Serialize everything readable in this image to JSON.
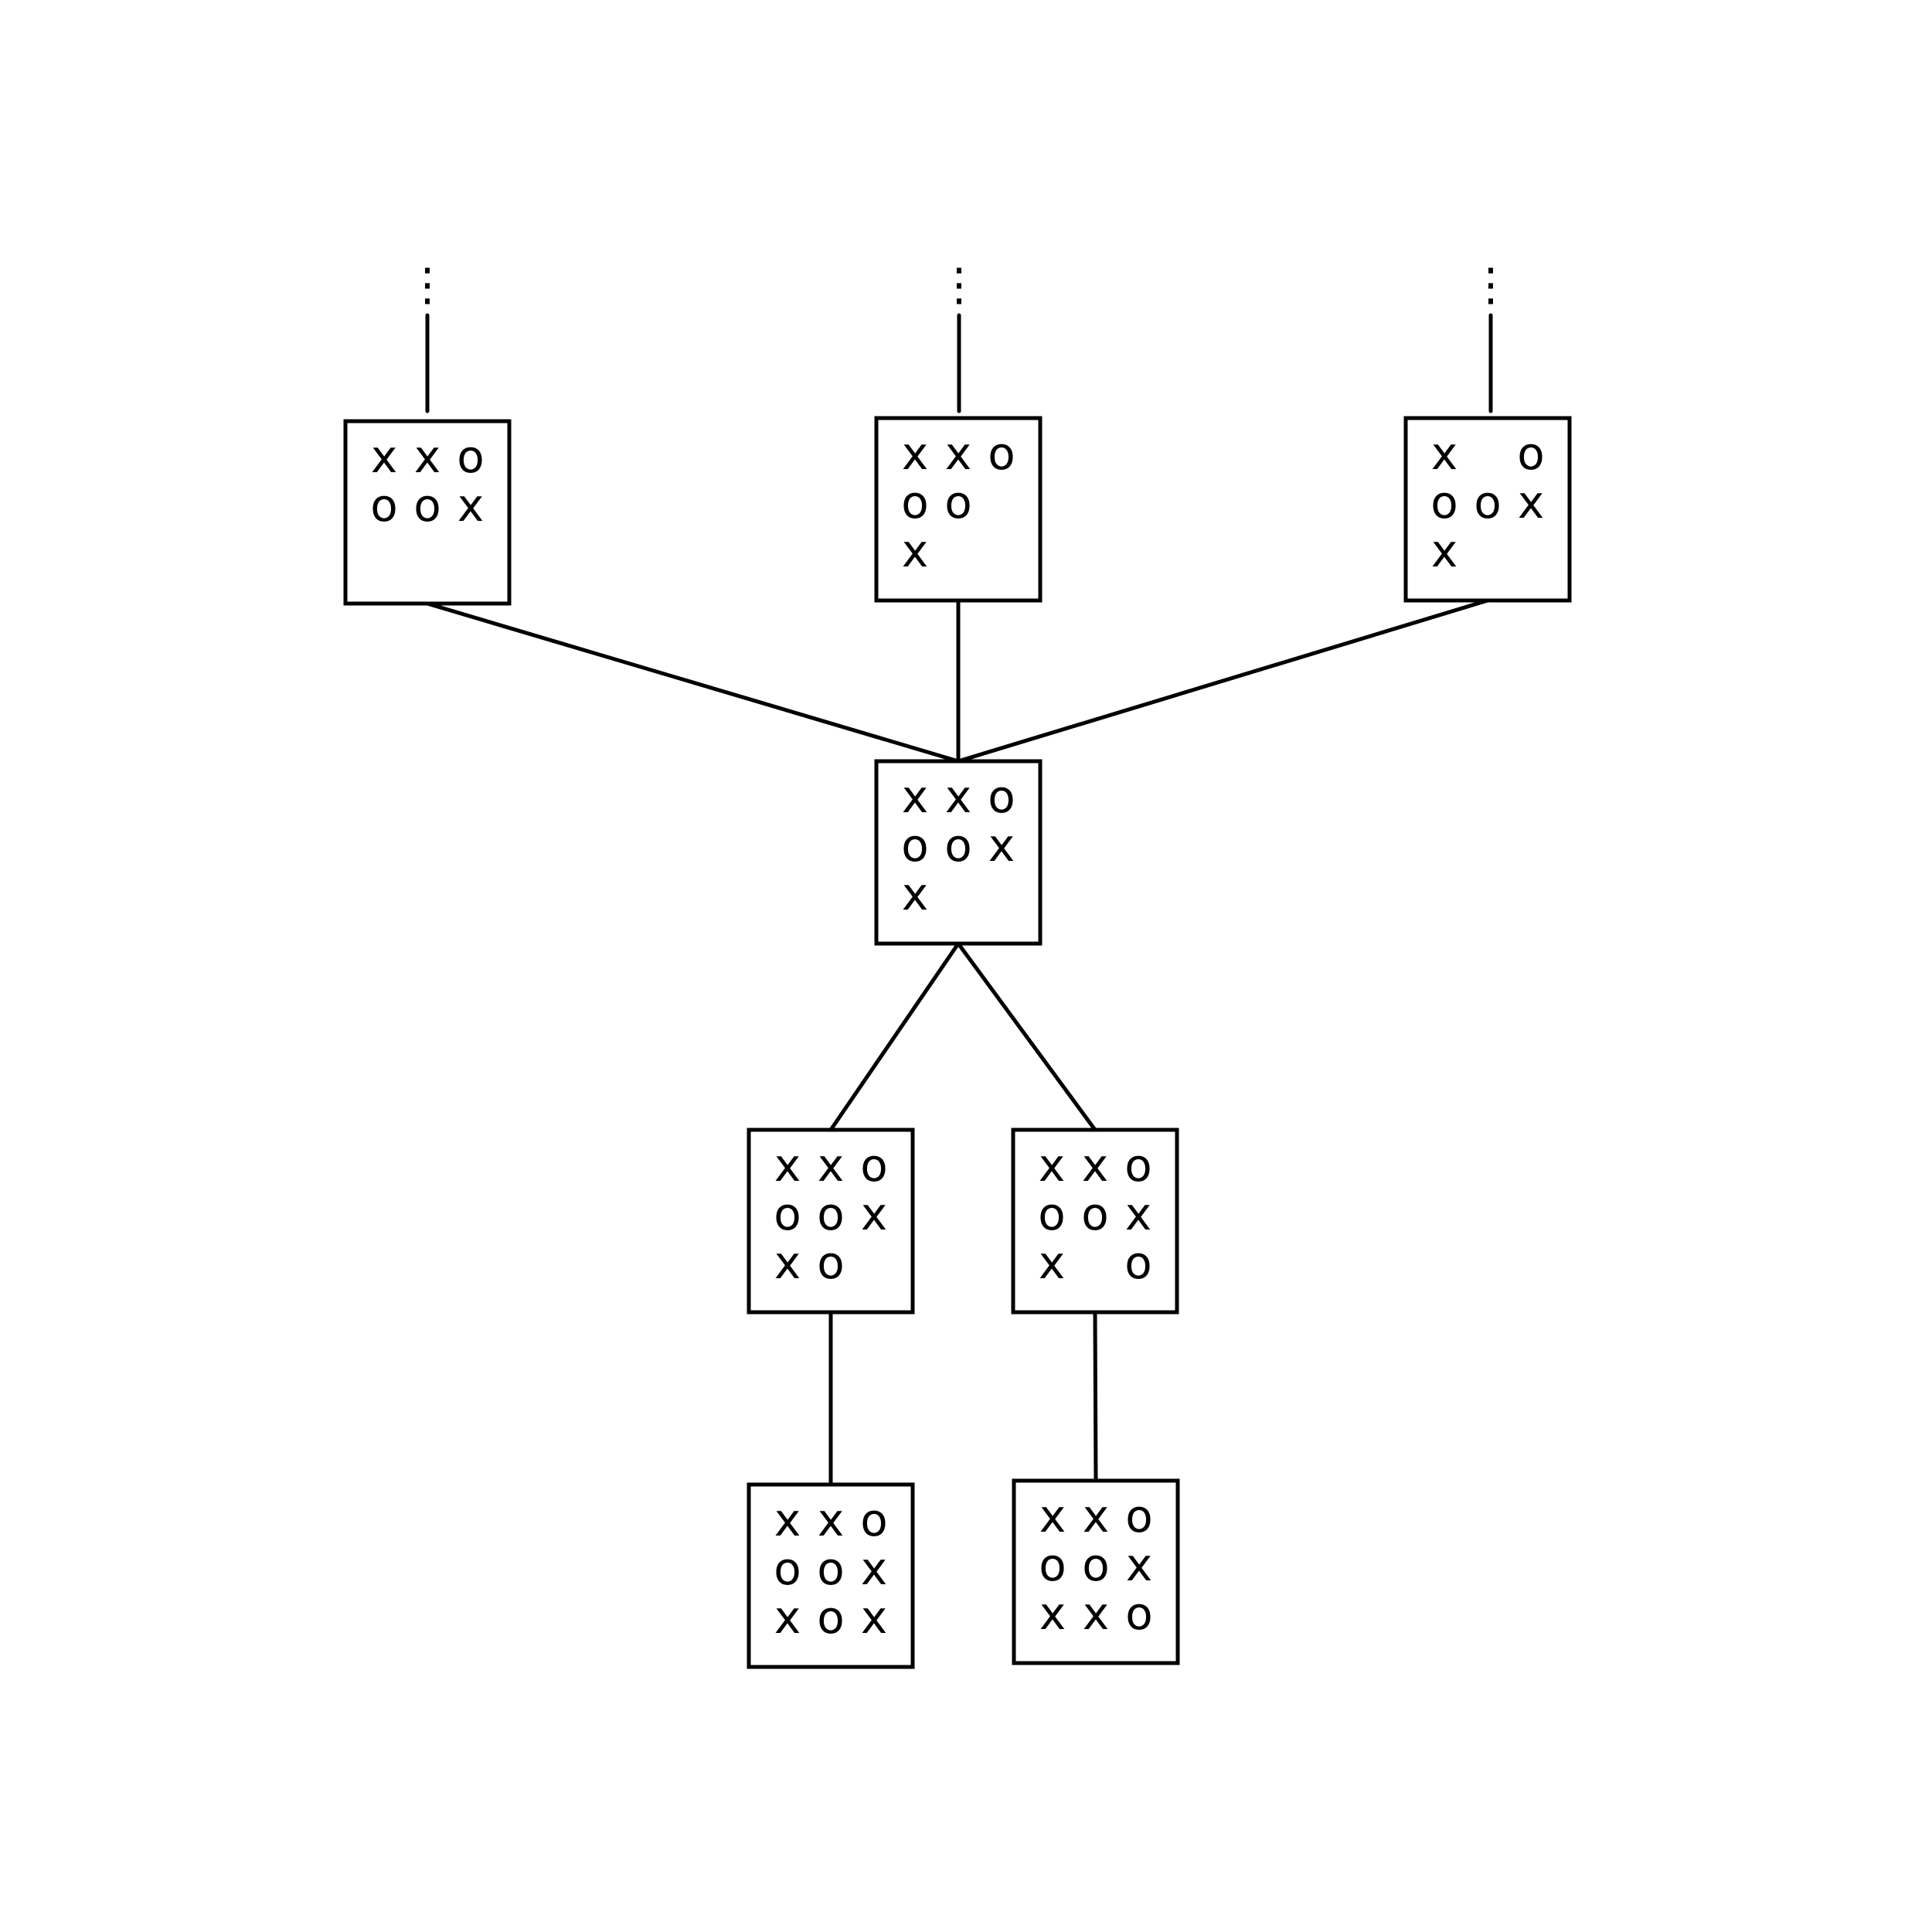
{
  "diagram": {
    "nodes": [
      {
        "id": "parent-left",
        "rows": [
          "xxo",
          "oox",
          "   "
        ]
      },
      {
        "id": "parent-center",
        "rows": [
          "xxo",
          "oo ",
          "x  "
        ]
      },
      {
        "id": "parent-right",
        "rows": [
          "x o",
          "oox",
          "x  "
        ]
      },
      {
        "id": "current",
        "rows": [
          "xxo",
          "oox",
          "x  "
        ]
      },
      {
        "id": "child-left",
        "rows": [
          "xxo",
          "oox",
          "xo "
        ]
      },
      {
        "id": "child-right",
        "rows": [
          "xxo",
          "oox",
          "x o"
        ]
      },
      {
        "id": "leaf-left",
        "rows": [
          "xxo",
          "oox",
          "xox"
        ]
      },
      {
        "id": "leaf-right",
        "rows": [
          "xxo",
          "oox",
          "xxo"
        ]
      }
    ],
    "edges": [
      [
        "parent-left",
        "current"
      ],
      [
        "parent-center",
        "current"
      ],
      [
        "parent-right",
        "current"
      ],
      [
        "current",
        "child-left"
      ],
      [
        "current",
        "child-right"
      ],
      [
        "child-left",
        "leaf-left"
      ],
      [
        "child-right",
        "leaf-right"
      ]
    ],
    "continuation_marker": "⋮"
  }
}
